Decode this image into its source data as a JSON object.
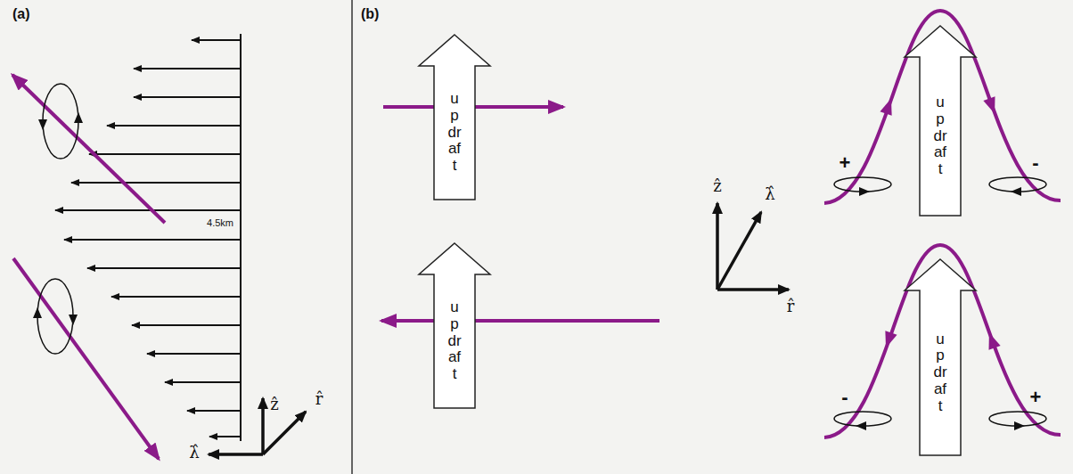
{
  "diagram": {
    "nodes": [
      {
        "text": [
          "updraft"
        ]
      },
      {
        "text": [
          "updraft"
        ]
      },
      {
        "text": [
          "updraft"
        ]
      },
      {
        "text": [
          "updraft"
        ]
      }
    ],
    "labels": [
      "(a)",
      "4.5km",
      "ẑ",
      "r̂",
      "λ̂",
      "(b)",
      "ẑ",
      "λ̂",
      "r̂",
      "+",
      "-",
      "-",
      "+"
    ]
  }
}
